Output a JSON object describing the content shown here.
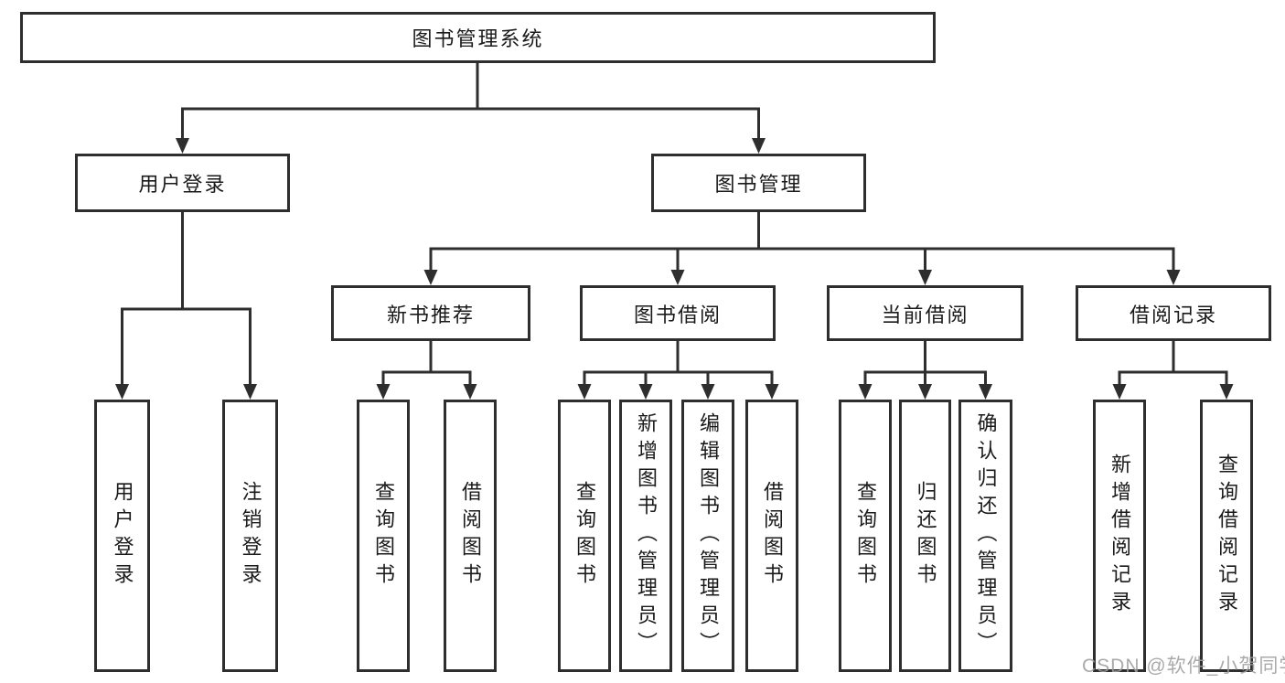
{
  "diagram": {
    "root": {
      "label": "图书管理系统"
    },
    "level2": {
      "user_login_branch": {
        "label": "用户登录"
      },
      "book_management_branch": {
        "label": "图书管理"
      }
    },
    "level3": {
      "new_book_recommendation": {
        "label": "新书推荐"
      },
      "book_borrowing": {
        "label": "图书借阅"
      },
      "current_borrowing": {
        "label": "当前借阅"
      },
      "borrowing_records": {
        "label": "借阅记录"
      }
    },
    "leaves": {
      "user_login": {
        "label": "用户登录"
      },
      "logout": {
        "label": "注销登录"
      },
      "recommend_query_books": {
        "label": "查询图书"
      },
      "recommend_borrow_books": {
        "label": "借阅图书"
      },
      "borrowing_query_books": {
        "label": "查询图书"
      },
      "borrowing_add_books": {
        "label": "新增图书（管理员）"
      },
      "borrowing_edit_books": {
        "label": "编辑图书（管理员）"
      },
      "borrowing_borrow_books": {
        "label": "借阅图书"
      },
      "current_query_books": {
        "label": "查询图书"
      },
      "current_return_books": {
        "label": "归还图书"
      },
      "current_confirm_return": {
        "label": "确认归还（管理员）"
      },
      "records_add_record": {
        "label": "新增借阅记录"
      },
      "records_query_record": {
        "label": "查询借阅记录"
      }
    }
  },
  "watermark": {
    "text": "CSDN @软件_小贺同学"
  },
  "colors": {
    "line": "#2e2e2e",
    "box_border": "#2e2e2e",
    "text": "#1a1a1a",
    "watermark": "#9e9e9e",
    "background": "#ffffff"
  }
}
